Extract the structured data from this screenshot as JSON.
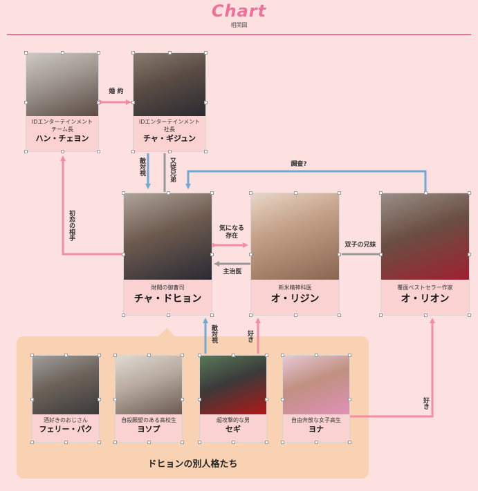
{
  "header": {
    "title": "Chart",
    "subtitle": "相関図"
  },
  "group": {
    "label": "ドヒョンの別人格たち"
  },
  "colors": {
    "pink": "#f48ca6",
    "blue": "#6fa9d4",
    "gray": "#999999",
    "card_caption": "#fad2d2",
    "group_bg": "#f9d2b4"
  },
  "characters": {
    "han": {
      "role": "IDエンターテインメント\nチーム長",
      "name": "ハン・チェヨン"
    },
    "gijun": {
      "role": "IDエンターテインメント\n社長",
      "name": "チャ・ギジュン"
    },
    "dohyon": {
      "role": "財閥の御曹司",
      "name": "チャ・ドヒョン"
    },
    "rijin": {
      "role": "新米精神科医",
      "name": "オ・リジン"
    },
    "rion": {
      "role": "覆面ベストセラー作家",
      "name": "オ・リオン"
    },
    "ferry": {
      "role": "酒好きのおじさん",
      "name": "フェリー・パク"
    },
    "yosop": {
      "role": "自殺願望のある高校生",
      "name": "ヨソプ"
    },
    "segi": {
      "role": "超攻撃的な男",
      "name": "セギ"
    },
    "yona": {
      "role": "自由奔放な女子高生",
      "name": "ヨナ"
    }
  },
  "relations": {
    "engagement": "婚 約",
    "hatsukoi": "初恋の相手",
    "tekitaishi_1": "敵対視",
    "itoko": "又従兄弟",
    "chosa": "調査?",
    "kininaru": "気になる\n存在",
    "shujii": "主治医",
    "futago": "双子の兄妹",
    "tekitaishi_2": "敵対視",
    "suki_1": "好き",
    "suki_2": "好き"
  }
}
